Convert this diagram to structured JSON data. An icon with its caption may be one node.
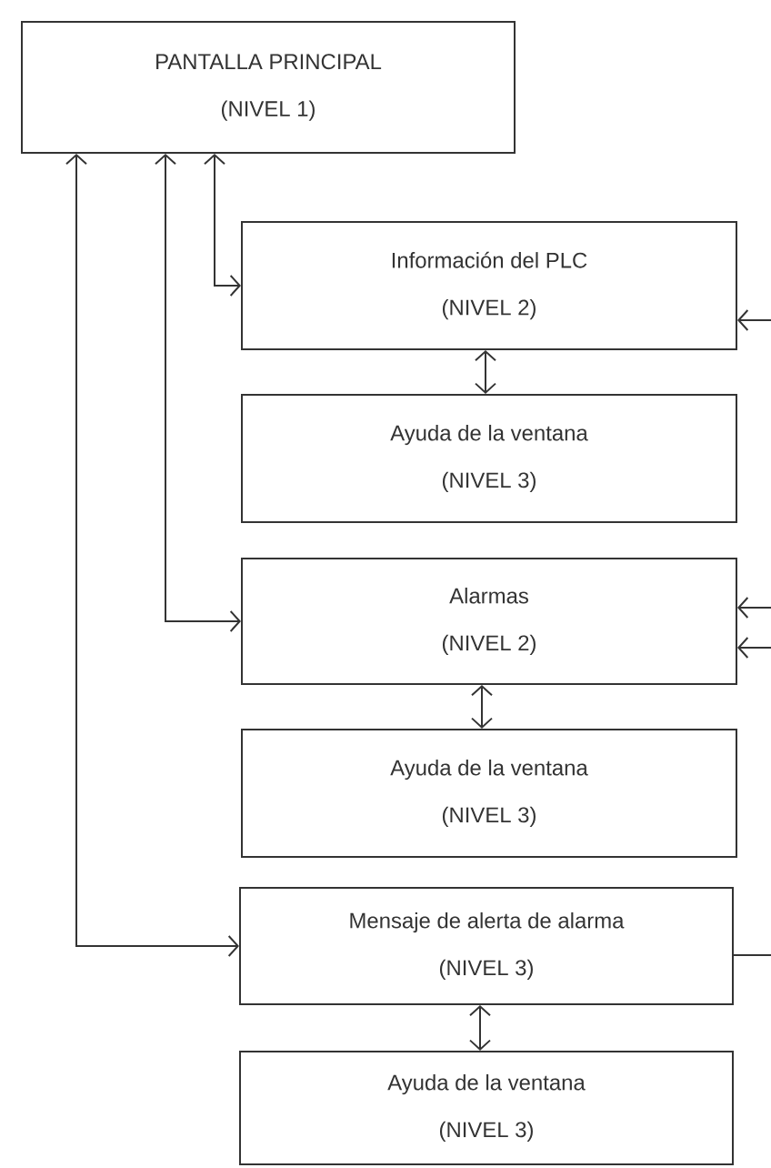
{
  "diagram": {
    "nodes": [
      {
        "text": [
          "PANTALLA PRINCIPAL",
          "(NIVEL 1)"
        ]
      },
      {
        "text": [
          "Información del PLC",
          "(NIVEL 2)"
        ]
      },
      {
        "text": [
          "Ayuda de la ventana",
          "(NIVEL 3)"
        ]
      },
      {
        "text": [
          "Alarmas",
          "(NIVEL 2)"
        ]
      },
      {
        "text": [
          "Ayuda de la ventana",
          "(NIVEL 3)"
        ]
      },
      {
        "text": [
          "Mensaje de alerta de alarma",
          "(NIVEL 3)"
        ]
      },
      {
        "text": [
          "Ayuda de la ventana",
          "(NIVEL 3)"
        ]
      }
    ],
    "edges": [
      {
        "from": 0,
        "to": 1,
        "arrow": "both"
      },
      {
        "from": 1,
        "to": 2,
        "arrow": "both"
      },
      {
        "from": 0,
        "to": 3,
        "arrow": "both"
      },
      {
        "from": 3,
        "to": 4,
        "arrow": "both"
      },
      {
        "from": 0,
        "to": 5,
        "arrow": "both"
      },
      {
        "from": 5,
        "to": 6,
        "arrow": "both"
      },
      {
        "from": null,
        "to": 1,
        "arrow": "to"
      },
      {
        "from": null,
        "to": 3,
        "arrow": "to"
      },
      {
        "from": null,
        "to": 3,
        "arrow": "to"
      },
      {
        "from": 5,
        "to": null,
        "arrow": "none"
      }
    ]
  }
}
